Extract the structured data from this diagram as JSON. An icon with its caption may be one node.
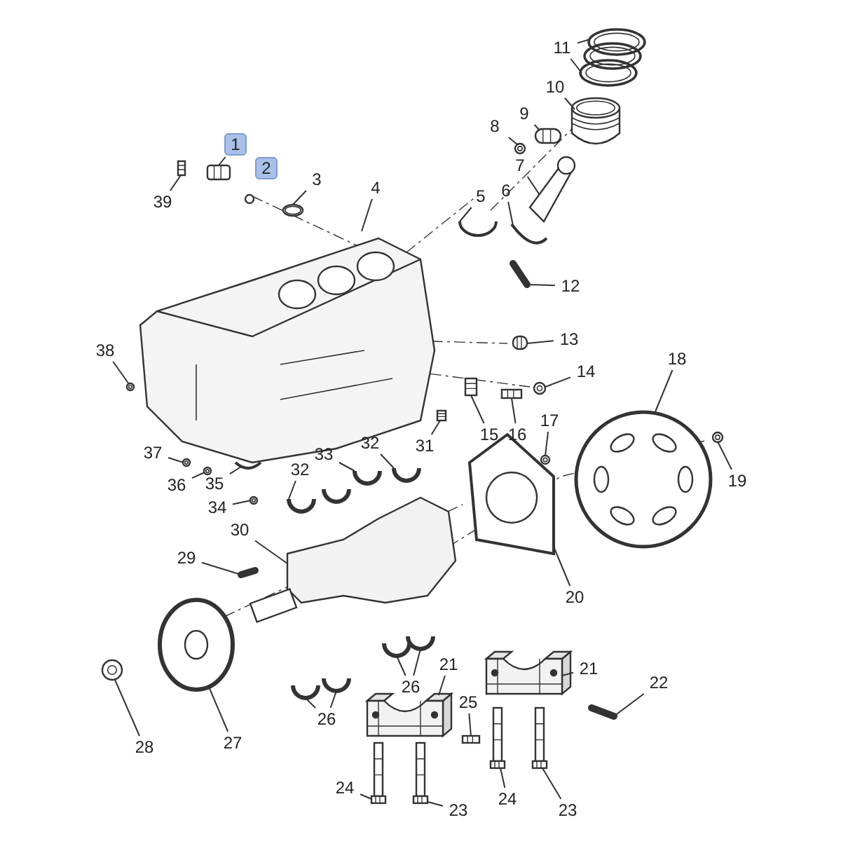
{
  "diagram": {
    "nodes": [
      {
        "text": [
          "1"
        ]
      },
      {
        "text": [
          "2"
        ]
      },
      {
        "text": [
          "3"
        ]
      },
      {
        "text": [
          "4"
        ]
      },
      {
        "text": [
          "5"
        ]
      },
      {
        "text": [
          "6"
        ]
      },
      {
        "text": [
          "7"
        ]
      },
      {
        "text": [
          "8"
        ]
      },
      {
        "text": [
          "9"
        ]
      },
      {
        "text": [
          "10"
        ]
      },
      {
        "text": [
          "11"
        ]
      },
      {
        "text": [
          "12"
        ]
      },
      {
        "text": [
          "13"
        ]
      },
      {
        "text": [
          "14"
        ]
      },
      {
        "text": [
          "15"
        ]
      },
      {
        "text": [
          "16"
        ]
      },
      {
        "text": [
          "17"
        ]
      },
      {
        "text": [
          "18"
        ]
      },
      {
        "text": [
          "19"
        ]
      },
      {
        "text": [
          "20"
        ]
      },
      {
        "text": [
          "21"
        ]
      },
      {
        "text": [
          "21"
        ]
      },
      {
        "text": [
          "22"
        ]
      },
      {
        "text": [
          "23"
        ]
      },
      {
        "text": [
          "23"
        ]
      },
      {
        "text": [
          "24"
        ]
      },
      {
        "text": [
          "24"
        ]
      },
      {
        "text": [
          "25"
        ]
      },
      {
        "text": [
          "26"
        ]
      },
      {
        "text": [
          "26"
        ]
      },
      {
        "text": [
          "27"
        ]
      },
      {
        "text": [
          "28"
        ]
      },
      {
        "text": [
          "29"
        ]
      },
      {
        "text": [
          "30"
        ]
      },
      {
        "text": [
          "31"
        ]
      },
      {
        "text": [
          "32"
        ]
      },
      {
        "text": [
          "32"
        ]
      },
      {
        "text": [
          "33"
        ]
      },
      {
        "text": [
          "34"
        ]
      },
      {
        "text": [
          "35"
        ]
      },
      {
        "text": [
          "36"
        ]
      },
      {
        "text": [
          "37"
        ]
      },
      {
        "text": [
          "38"
        ]
      },
      {
        "text": [
          "39"
        ]
      },
      {
        "text": [],
        "shape": "picture"
      },
      {
        "text": [],
        "shape": "picture"
      },
      {
        "text": [],
        "shape": "picture"
      },
      {
        "text": [],
        "shape": "picture"
      },
      {
        "text": [],
        "shape": "picture"
      },
      {
        "text": [],
        "shape": "picture"
      },
      {
        "text": [],
        "shape": "picture"
      },
      {
        "text": [],
        "shape": "picture"
      },
      {
        "text": [],
        "shape": "picture"
      },
      {
        "text": [],
        "shape": "picture"
      },
      {
        "text": [],
        "shape": "picture"
      },
      {
        "text": [],
        "shape": "picture"
      },
      {
        "text": [],
        "shape": "picture"
      },
      {
        "text": [],
        "shape": "picture"
      },
      {
        "text": [],
        "shape": "picture"
      },
      {
        "text": [],
        "shape": "picture"
      },
      {
        "text": [],
        "shape": "picture"
      },
      {
        "text": [],
        "shape": "picture"
      },
      {
        "text": [],
        "shape": "picture"
      },
      {
        "text": [],
        "shape": "picture"
      },
      {
        "text": [],
        "shape": "picture"
      },
      {
        "text": [],
        "shape": "picture"
      },
      {
        "text": [],
        "shape": "picture"
      },
      {
        "text": [],
        "shape": "picture"
      },
      {
        "text": [],
        "shape": "picture"
      },
      {
        "text": [],
        "shape": "picture"
      },
      {
        "text": [],
        "shape": "picture"
      },
      {
        "text": [],
        "shape": "picture"
      },
      {
        "text": [],
        "shape": "picture"
      },
      {
        "text": [],
        "shape": "picture"
      },
      {
        "text": [],
        "shape": "picture"
      },
      {
        "text": [],
        "shape": "picture"
      },
      {
        "text": [],
        "shape": "picture"
      },
      {
        "text": [],
        "shape": "picture"
      },
      {
        "text": [],
        "shape": "picture"
      },
      {
        "text": [],
        "shape": "picture"
      },
      {
        "text": [],
        "shape": "picture"
      },
      {
        "text": [],
        "shape": "picture"
      },
      {
        "text": [],
        "shape": "picture"
      },
      {
        "text": [],
        "shape": "picture"
      },
      {
        "text": [],
        "shape": "picture"
      },
      {
        "text": [],
        "shape": "picture"
      },
      {
        "text": [],
        "shape": "picture"
      },
      {
        "text": [],
        "shape": "picture"
      },
      {
        "text": [],
        "shape": "picture"
      },
      {
        "text": [],
        "shape": "picture"
      }
    ],
    "edges": [
      {
        "from": 0,
        "to": 44,
        "arrow": "none"
      },
      {
        "from": 2,
        "to": 45,
        "arrow": "none"
      },
      {
        "from": 3,
        "to": 46,
        "arrow": "none"
      },
      {
        "from": 4,
        "to": 47,
        "arrow": "none"
      },
      {
        "from": 5,
        "to": 48,
        "arrow": "none"
      },
      {
        "from": 6,
        "to": 49,
        "arrow": "none"
      },
      {
        "from": 7,
        "to": 50,
        "arrow": "none"
      },
      {
        "from": 8,
        "to": 51,
        "arrow": "none"
      },
      {
        "from": 9,
        "to": 52,
        "arrow": "none"
      },
      {
        "from": 10,
        "to": 53,
        "arrow": "none"
      },
      {
        "from": 10,
        "to": 54,
        "arrow": "none"
      },
      {
        "from": 11,
        "to": 55,
        "arrow": "none"
      },
      {
        "from": 12,
        "to": 56,
        "arrow": "none"
      },
      {
        "from": 13,
        "to": 57,
        "arrow": "none"
      },
      {
        "from": 14,
        "to": 58,
        "arrow": "none"
      },
      {
        "from": 15,
        "to": 59,
        "arrow": "none"
      },
      {
        "from": 16,
        "to": 60,
        "arrow": "none"
      },
      {
        "from": 17,
        "to": 61,
        "arrow": "none"
      },
      {
        "from": 18,
        "to": 62,
        "arrow": "none"
      },
      {
        "from": 19,
        "to": 63,
        "arrow": "none"
      },
      {
        "from": 20,
        "to": 64,
        "arrow": "none"
      },
      {
        "from": 21,
        "to": 65,
        "arrow": "none"
      },
      {
        "from": 22,
        "to": 66,
        "arrow": "none"
      },
      {
        "from": 23,
        "to": 67,
        "arrow": "none"
      },
      {
        "from": 24,
        "to": 68,
        "arrow": "none"
      },
      {
        "from": 25,
        "to": 69,
        "arrow": "none"
      },
      {
        "from": 26,
        "to": 70,
        "arrow": "none"
      },
      {
        "from": 27,
        "to": 71,
        "arrow": "none"
      },
      {
        "from": 28,
        "to": 72,
        "arrow": "none"
      },
      {
        "from": 28,
        "to": 73,
        "arrow": "none"
      },
      {
        "from": 29,
        "to": 74,
        "arrow": "none"
      },
      {
        "from": 29,
        "to": 75,
        "arrow": "none"
      },
      {
        "from": 30,
        "to": 76,
        "arrow": "none"
      },
      {
        "from": 31,
        "to": 77,
        "arrow": "none"
      },
      {
        "from": 32,
        "to": 78,
        "arrow": "none"
      },
      {
        "from": 33,
        "to": 79,
        "arrow": "none"
      },
      {
        "from": 34,
        "to": 80,
        "arrow": "none"
      },
      {
        "from": 35,
        "to": 81,
        "arrow": "none"
      },
      {
        "from": 36,
        "to": 82,
        "arrow": "none"
      },
      {
        "from": 37,
        "to": 83,
        "arrow": "none"
      },
      {
        "from": 38,
        "to": 84,
        "arrow": "none"
      },
      {
        "from": 39,
        "to": 85,
        "arrow": "none"
      },
      {
        "from": 40,
        "to": 86,
        "arrow": "none"
      },
      {
        "from": 41,
        "to": 87,
        "arrow": "none"
      },
      {
        "from": 42,
        "to": 88,
        "arrow": "none"
      },
      {
        "from": 43,
        "to": 89,
        "arrow": "none"
      }
    ]
  }
}
